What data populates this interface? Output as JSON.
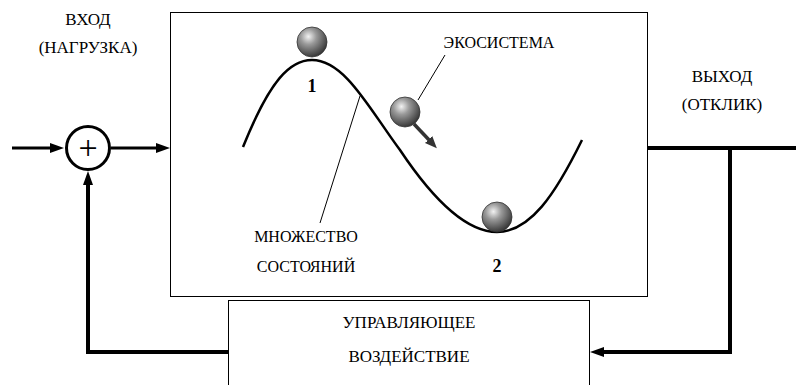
{
  "diagram": {
    "nodes": [
      {
        "text": [
          "+"
        ]
      },
      {
        "text": [
          "ЭКОСИСТЕМА",
          "МНОЖЕСТВО СОСТОЯНИЙ"
        ]
      },
      {
        "text": [
          "УПРАВЛЯЮЩЕЕ ВОЗДЕЙСТВИЕ"
        ]
      }
    ],
    "edges": [
      {
        "from": 0,
        "to": 1,
        "arrow": "to"
      },
      {
        "from": 1,
        "to": 2,
        "arrow": "to"
      },
      {
        "from": 2,
        "to": 0,
        "arrow": "to"
      }
    ],
    "labels": [
      "ВХОД (НАГРУЗКА)",
      "ВЫХОД (ОТКЛИК)",
      "1",
      "2"
    ]
  }
}
